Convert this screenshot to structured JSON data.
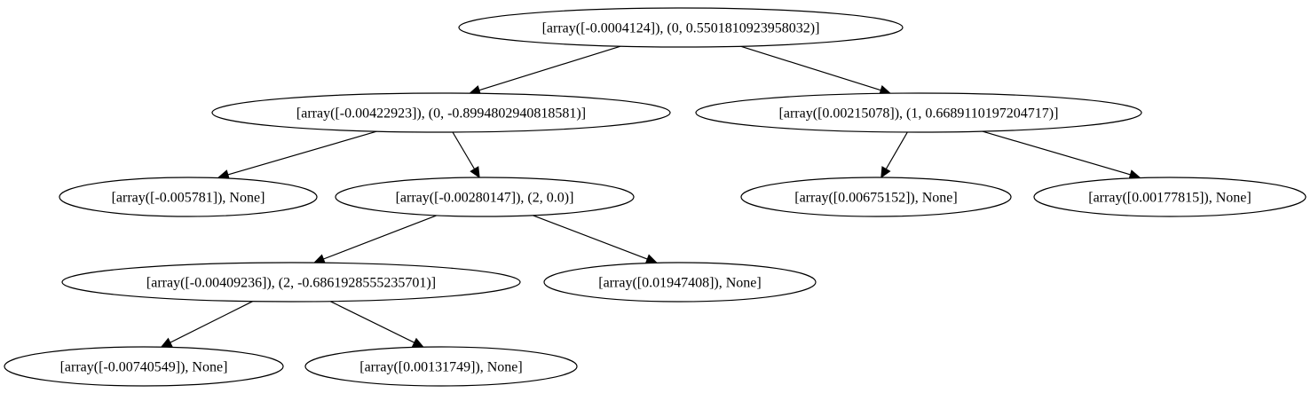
{
  "nodes": [
    {
      "id": "n0",
      "label": "[array([-0.0004124]), (0, 0.5501810923958032)]"
    },
    {
      "id": "n1",
      "label": "[array([-0.00422923]), (0, -0.8994802940818581)]"
    },
    {
      "id": "n2",
      "label": "[array([0.00215078]), (1, 0.6689110197204717)]"
    },
    {
      "id": "n3",
      "label": "[array([-0.005781]), None]"
    },
    {
      "id": "n4",
      "label": "[array([-0.00280147]), (2, 0.0)]"
    },
    {
      "id": "n5",
      "label": "[array([0.00675152]), None]"
    },
    {
      "id": "n6",
      "label": "[array([0.00177815]), None]"
    },
    {
      "id": "n7",
      "label": "[array([-0.00409236]), (2, -0.6861928555235701)]"
    },
    {
      "id": "n8",
      "label": "[array([0.01947408]), None]"
    },
    {
      "id": "n9",
      "label": "[array([-0.00740549]), None]"
    },
    {
      "id": "n10",
      "label": "[array([0.00131749]), None]"
    }
  ],
  "edges": [
    {
      "from": "n0",
      "to": "n1"
    },
    {
      "from": "n0",
      "to": "n2"
    },
    {
      "from": "n1",
      "to": "n3"
    },
    {
      "from": "n1",
      "to": "n4"
    },
    {
      "from": "n2",
      "to": "n5"
    },
    {
      "from": "n2",
      "to": "n6"
    },
    {
      "from": "n4",
      "to": "n7"
    },
    {
      "from": "n4",
      "to": "n8"
    },
    {
      "from": "n7",
      "to": "n9"
    },
    {
      "from": "n7",
      "to": "n10"
    }
  ]
}
